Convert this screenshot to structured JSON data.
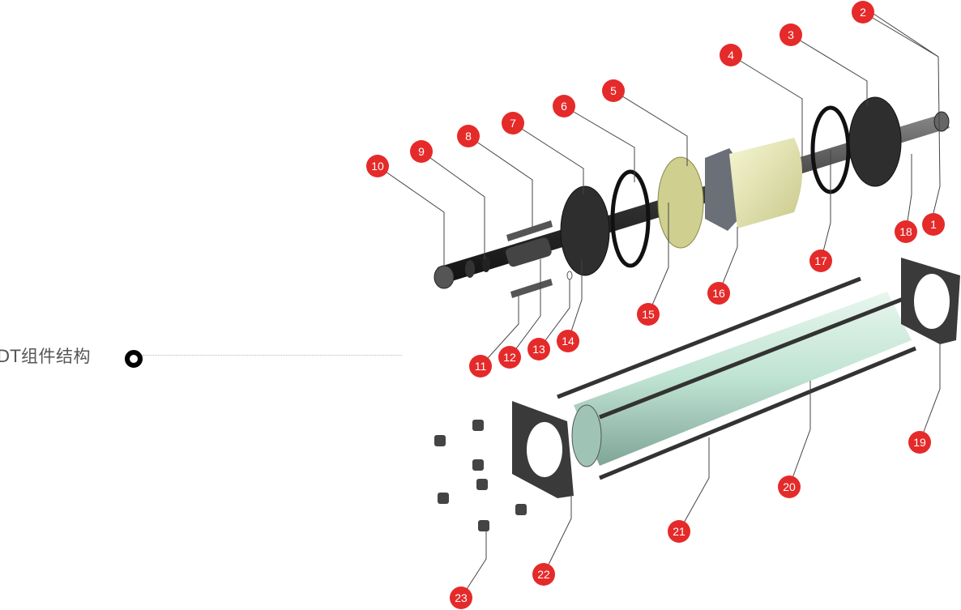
{
  "section_title": "DT组件结构",
  "colors": {
    "marker": "#e52a2a",
    "leader": "#444444",
    "tube": "#bfe3d3",
    "piston": "#e6e6b0"
  },
  "parts": [
    {
      "n": "1"
    },
    {
      "n": "2"
    },
    {
      "n": "3"
    },
    {
      "n": "4"
    },
    {
      "n": "5"
    },
    {
      "n": "6"
    },
    {
      "n": "7"
    },
    {
      "n": "8"
    },
    {
      "n": "9"
    },
    {
      "n": "10"
    },
    {
      "n": "11"
    },
    {
      "n": "12"
    },
    {
      "n": "13"
    },
    {
      "n": "14"
    },
    {
      "n": "15"
    },
    {
      "n": "16"
    },
    {
      "n": "17"
    },
    {
      "n": "18"
    },
    {
      "n": "19"
    },
    {
      "n": "20"
    },
    {
      "n": "21"
    },
    {
      "n": "22"
    },
    {
      "n": "23"
    }
  ]
}
